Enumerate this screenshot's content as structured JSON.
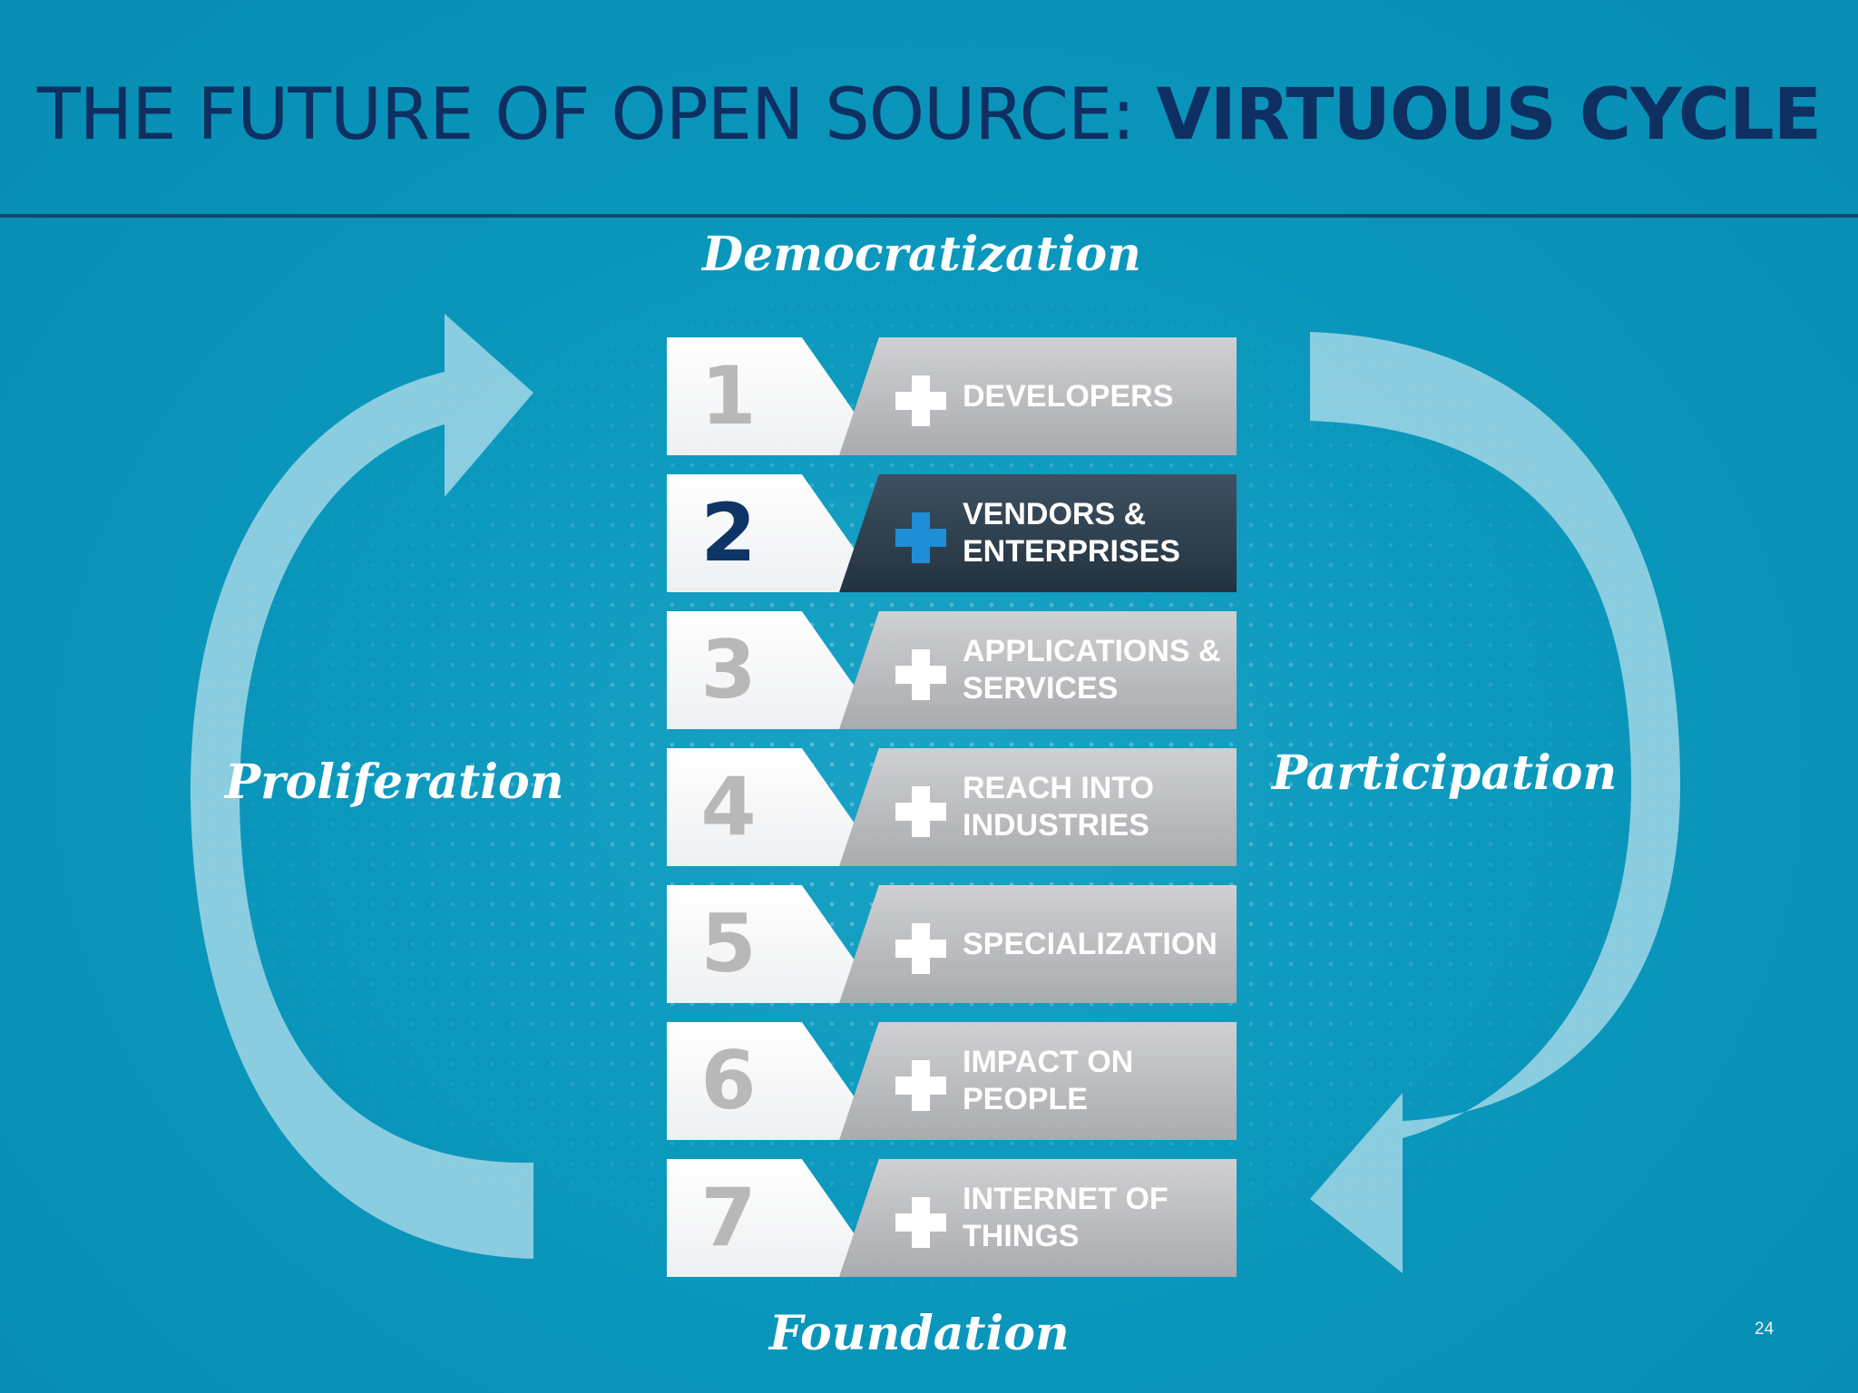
{
  "title": {
    "regular": "THE FUTURE OF OPEN SOURCE: ",
    "bold": "VIRTUOUS CYCLE"
  },
  "cycle": {
    "top": "Democratization",
    "left": "Proliferation",
    "right": "Participation",
    "bottom": "Foundation"
  },
  "steps": [
    {
      "num": "1",
      "line1": "DEVELOPERS",
      "line2": ""
    },
    {
      "num": "2",
      "line1": "VENDORS &",
      "line2": "ENTERPRISES",
      "active": true
    },
    {
      "num": "3",
      "line1": "APPLICATIONS &",
      "line2": "SERVICES"
    },
    {
      "num": "4",
      "line1": "REACH INTO",
      "line2": "INDUSTRIES"
    },
    {
      "num": "5",
      "line1": "SPECIALIZATION",
      "line2": ""
    },
    {
      "num": "6",
      "line1": "IMPACT ON",
      "line2": "PEOPLE"
    },
    {
      "num": "7",
      "line1": "INTERNET OF",
      "line2": "THINGS"
    }
  ],
  "page_number": "24",
  "colors": {
    "background": "#0b98bd",
    "title": "#0e2f62",
    "active_ribbon": "#2b3b48",
    "active_plus": "#1e8fd6",
    "ribbon": "#bdbec0"
  },
  "icons": {
    "step_marker": "plus-icon"
  }
}
